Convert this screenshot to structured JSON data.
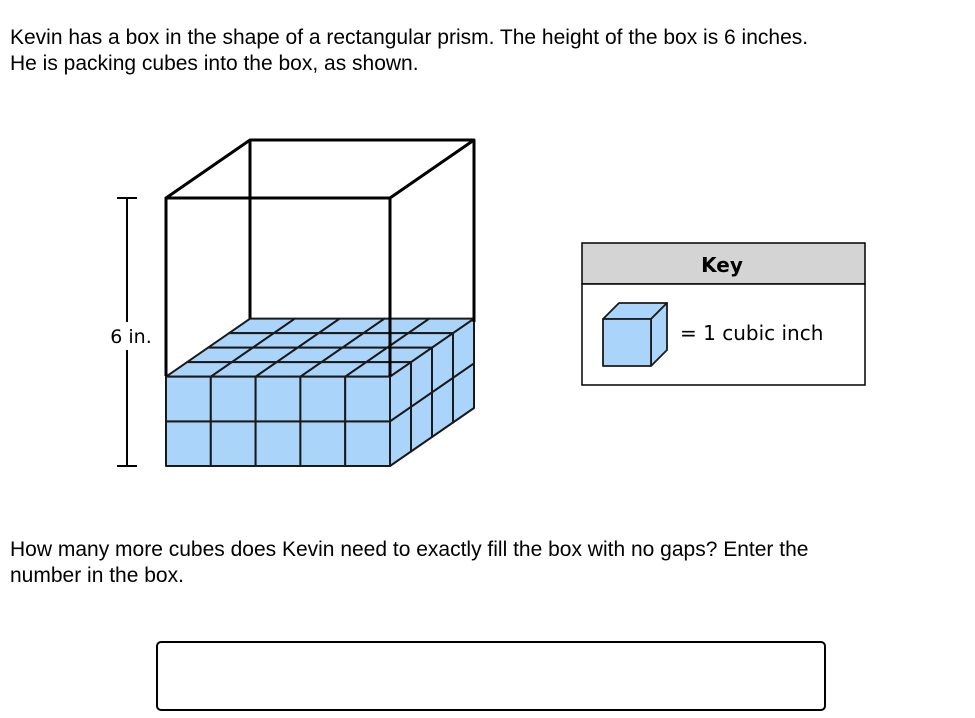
{
  "question": {
    "intro_line1": "Kevin has a box in the shape of a rectangular prism. The height of the box is 6 inches.",
    "intro_line2": "He is packing cubes into the box, as shown.",
    "prompt_line1": "How many more cubes does Kevin need to exactly fill the box with no gaps? Enter the",
    "prompt_line2": "number in the box."
  },
  "figure": {
    "height_label": "6 in.",
    "layers_packed": 2,
    "cubes_per_row": 5,
    "rows_deep": 4,
    "box_height_cubes": 6,
    "cube_color": "#aad4fa",
    "cube_outline": "#1a1a1a"
  },
  "key": {
    "title": "Key",
    "legend": "= 1 cubic inch",
    "header_color": "#d4d4d4"
  },
  "answer": {
    "value": ""
  }
}
